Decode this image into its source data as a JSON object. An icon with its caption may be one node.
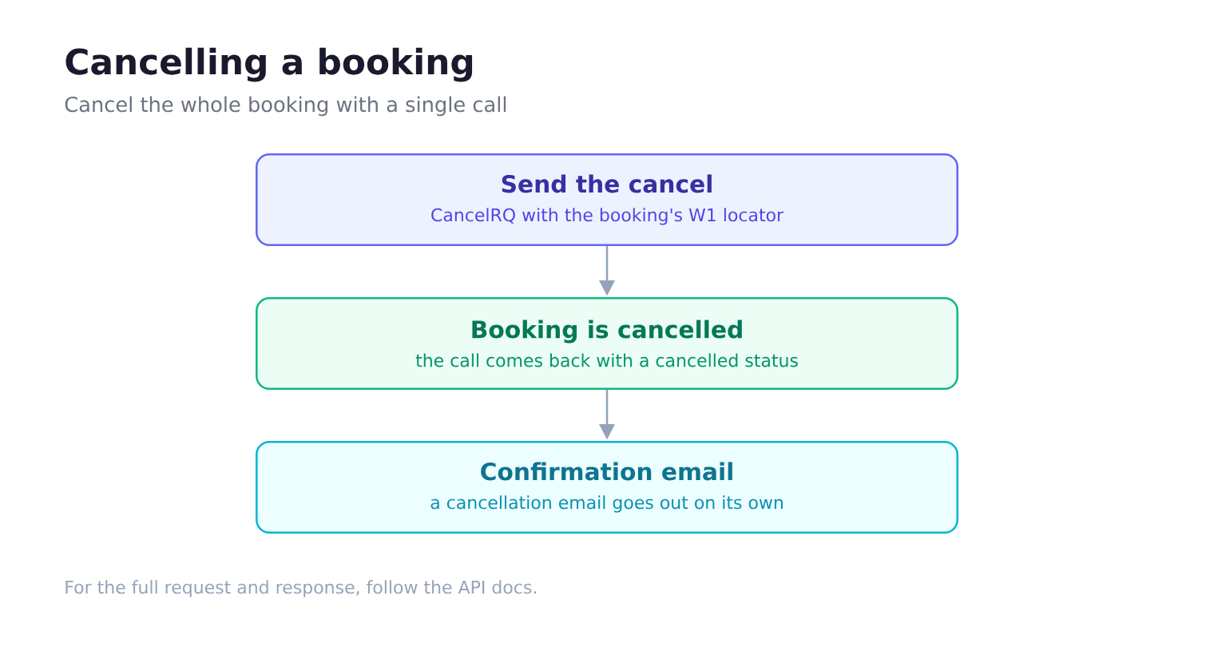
{
  "diagram": {
    "title": "Cancelling a booking",
    "nodes": [
      {
        "text": [
          "Send the cancel",
          "CancelRQ with the booking's W1 locator"
        ]
      },
      {
        "text": [
          "Booking is cancelled",
          "the call comes back with a cancelled status"
        ]
      },
      {
        "text": [
          "Confirmation email",
          "a cancellation email goes out on its own"
        ]
      }
    ],
    "edges": [
      {
        "from": 0,
        "to": 1,
        "arrow": "to"
      },
      {
        "from": 1,
        "to": 2,
        "arrow": "to"
      }
    ],
    "labels": [
      "Cancel the whole booking with a single call",
      "For the full request and response, follow the API docs."
    ]
  }
}
